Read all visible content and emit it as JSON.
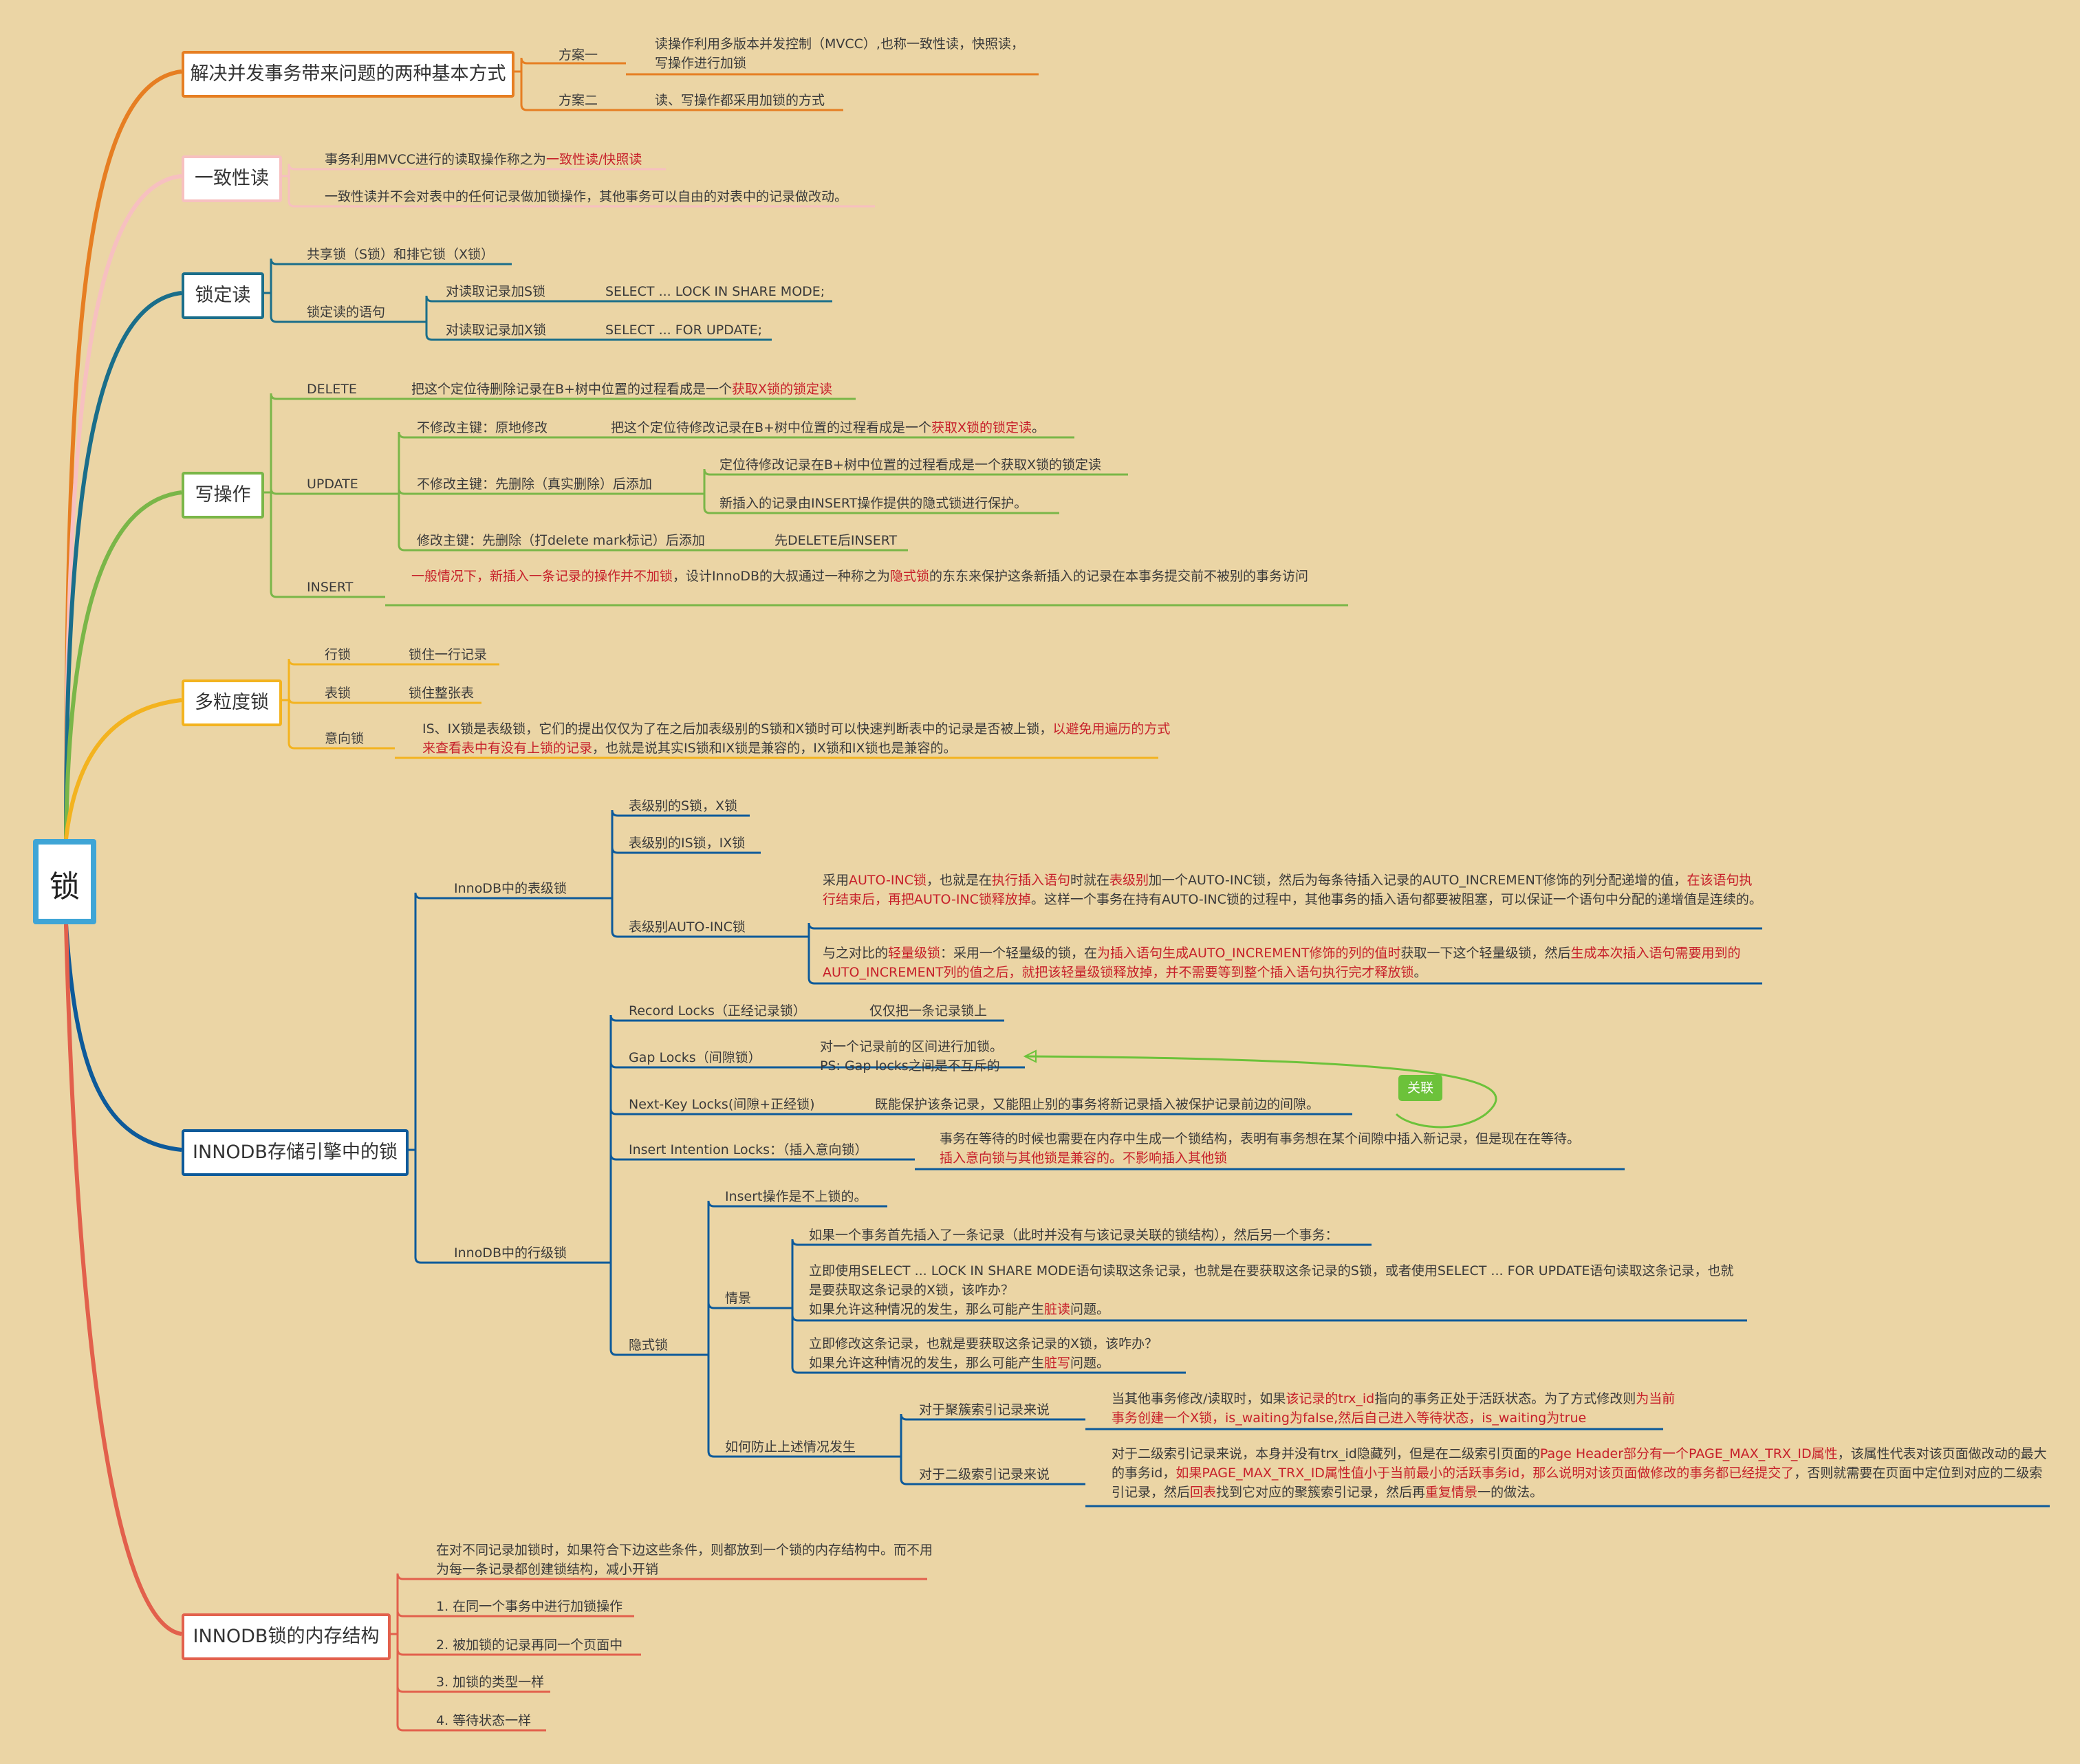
{
  "root": {
    "label": "锁"
  },
  "colors": {
    "b1": "#e67e22",
    "b2": "#f7c0c0",
    "b3": "#1a6e8a",
    "b4": "#7ab648",
    "b5": "#f3b31f",
    "b6": "#0d5a9a",
    "b7": "#e2604c",
    "red": "#c7202a",
    "root": "#3fa5d6"
  },
  "b1": {
    "title": "解决并发事务带来问题的两种基本方式",
    "p1": "方案一",
    "p1_text": "读操作利用多版本并发控制（MVCC）,也称一致性读，快照读，写操作进行加锁",
    "p2": "方案二",
    "p2_text": "读、写操作都采用加锁的方式"
  },
  "b2": {
    "title": "一致性读",
    "l1_a": "事务利用MVCC进行的读取操作称之为",
    "l1_b": "一致性读/快照读",
    "l2": "一致性读并不会对表中的任何记录做加锁操作，其他事务可以自由的对表中的记录做改动。"
  },
  "b3": {
    "title": "锁定读",
    "c1": "共享锁（S锁）和排它锁（X锁）",
    "c2": "锁定读的语句",
    "c2a": "对读取记录加S锁",
    "c2a_sql": "SELECT ... LOCK IN SHARE MODE;",
    "c2b": "对读取记录加X锁",
    "c2b_sql": "SELECT ... FOR UPDATE;"
  },
  "b4": {
    "title": "写操作",
    "del": "DELETE",
    "del_a": "把这个定位待删除记录在B+树中位置的过程看成是一个",
    "del_b": "获取X锁的锁定读",
    "upd": "UPDATE",
    "u1": "不修改主键：原地修改",
    "u1_a": "把这个定位待修改记录在B+树中位置的过程看成是一个",
    "u1_b": "获取X锁的锁定读",
    "u1_c": "。",
    "u2": "不修改主键：先删除（真实删除）后添加",
    "u2_a": "定位待修改记录在B+树中位置的过程看成是一个获取X锁的锁定读",
    "u2_b": "新插入的记录由INSERT操作提供的隐式锁进行保护。",
    "u3": "修改主键：先删除（打delete mark标记）后添加",
    "u3_a": "先DELETE后INSERT",
    "ins": "INSERT",
    "ins_a": "一般情况下，新插入一条记录的操作并不加锁",
    "ins_b": "，设计InnoDB的大叔通过一种称之为",
    "ins_c": "隐式锁",
    "ins_d": "的东东来保护这条新插入的记录在本事务提交前不被别的事务访问"
  },
  "b5": {
    "title": "多粒度锁",
    "row": "行锁",
    "row_t": "锁住一行记录",
    "tab": "表锁",
    "tab_t": "锁住整张表",
    "int": "意向锁",
    "int_a": "IS、IX锁是表级锁，它们的提出仅仅为了在之后加表级别的S锁和X锁时可以快速判断表中的记录是否被上锁，",
    "int_b": "以避免用遍历的方式来查看表中有没有上锁的记录",
    "int_c": "，也就是说其实IS锁和IX锁是兼容的，IX锁和IX锁也是兼容的。"
  },
  "b6": {
    "title": "INNODB存储引擎中的锁",
    "tbl": "InnoDB中的表级锁",
    "t1": "表级别的S锁，X锁",
    "t2": "表级别的IS锁，IX锁",
    "t3": "表级别AUTO-INC锁",
    "ai": [
      "采用",
      "AUTO-INC锁",
      "，也就是在",
      "执行插入语句",
      "时就在",
      "表级别",
      "加一个AUTO-INC锁，然后为每条待插入记录的AUTO_INCREMENT修饰的列分配递增的值，",
      "在该语句执行结束后，再把AUTO-INC锁释放掉",
      "。这样一个事务在持有AUTO-INC锁的过程中，其他事务的插入语句都要被阻塞，可以保证一个语句中分配的递增值是连续的。"
    ],
    "lw": [
      "与之对比的",
      "轻量级锁",
      "：采用一个轻量级的锁，在",
      "为插入语句生成AUTO_INCREMENT修饰的列的值时",
      "获取一下这个轻量级锁，然后",
      "生成本次插入语句需要用到的AUTO_INCREMENT列的值之后，就把该轻量级锁释放掉，并不需要等到整个插入语句执行完才释放锁",
      "。"
    ],
    "rowlk": "InnoDB中的行级锁",
    "rec": "Record Locks（正经记录锁）",
    "rec_t": "仅仅把一条记录锁上",
    "gap": "Gap Locks（间隙锁）",
    "gap_t1": "对一个记录前的区间进行加锁。",
    "gap_t2": "PS: Gap locks之间是不互斥的",
    "nk": "Next-Key Locks(间隙+正经锁)",
    "nk_t": "既能保护该条记录，又能阻止别的事务将新记录插入被保护记录前边的间隙。",
    "ii": "Insert Intention Locks：（插入意向锁）",
    "ii_t1": "事务在等待的时候也需要在内存中生成一个锁结构，表明有事务想在某个间隙中插入新记录，但是现在在等待。",
    "ii_t2": "插入意向锁与其他锁是兼容的。不影响插入其他锁",
    "rel": "关联",
    "imp": "隐式锁",
    "imp1": "Insert操作是不上锁的。",
    "sc": "情景",
    "sc1": "如果一个事务首先插入了一条记录（此时并没有与该记录关联的锁结构），然后另一个事务：",
    "sc2_a": "立即使用SELECT ... LOCK IN SHARE MODE语句读取这条记录，也就是在要获取这条记录的S锁，或者使用SELECT ... FOR UPDATE语句读取这条记录，也就是要获取这条记录的X锁，该咋办？",
    "sc2_b": "如果允许这种情况的发生，那么可能产生",
    "sc2_c": "脏读",
    "sc2_d": "问题。",
    "sc3_a": "立即修改这条记录，也就是要获取这条记录的X锁，该咋办？",
    "sc3_b": "如果允许这种情况的发生，那么可能产生",
    "sc3_c": "脏写",
    "sc3_d": "问题。",
    "pv": "如何防止上述情况发生",
    "pv1": "对于聚簇索引记录来说",
    "pv1_t": [
      "当其他事务修改/读取时，如果",
      "该记录的trx_id",
      "指向的事务正处于活跃状态。为了方式修改则",
      "为当前事务创建一个X锁，is_waiting为false,然后自己进入等待状态，is_waiting为true"
    ],
    "pv2": "对于二级索引记录来说",
    "pv2_t": [
      "对于二级索引记录来说，本身并没有trx_id隐藏列，但是在二级索引页面的",
      "Page Header部分有一个PAGE_MAX_TRX_ID属性",
      "，该属性代表对该页面做改动的最大的事务id，",
      "如果PAGE_MAX_TRX_ID属性值小于当前最小的活跃事务id，那么说明对该页面做修改的事务都已经提交了",
      "，否则就需要在页面中定位到对应的二级索引记录，然后",
      "回表",
      "找到它对应的聚簇索引记录，然后再",
      "重复情景",
      "一的做法。"
    ]
  },
  "b7": {
    "title": "INNODB锁的内存结构",
    "intro": "在对不同记录加锁时，如果符合下边这些条件，则都放到一个锁的内存结构中。而不用为每一条记录都创建锁结构，减小开销",
    "c1": "1. 在同一个事务中进行加锁操作",
    "c2": "2. 被加锁的记录再同一个页面中",
    "c3": "3. 加锁的类型一样",
    "c4": "4. 等待状态一样"
  }
}
